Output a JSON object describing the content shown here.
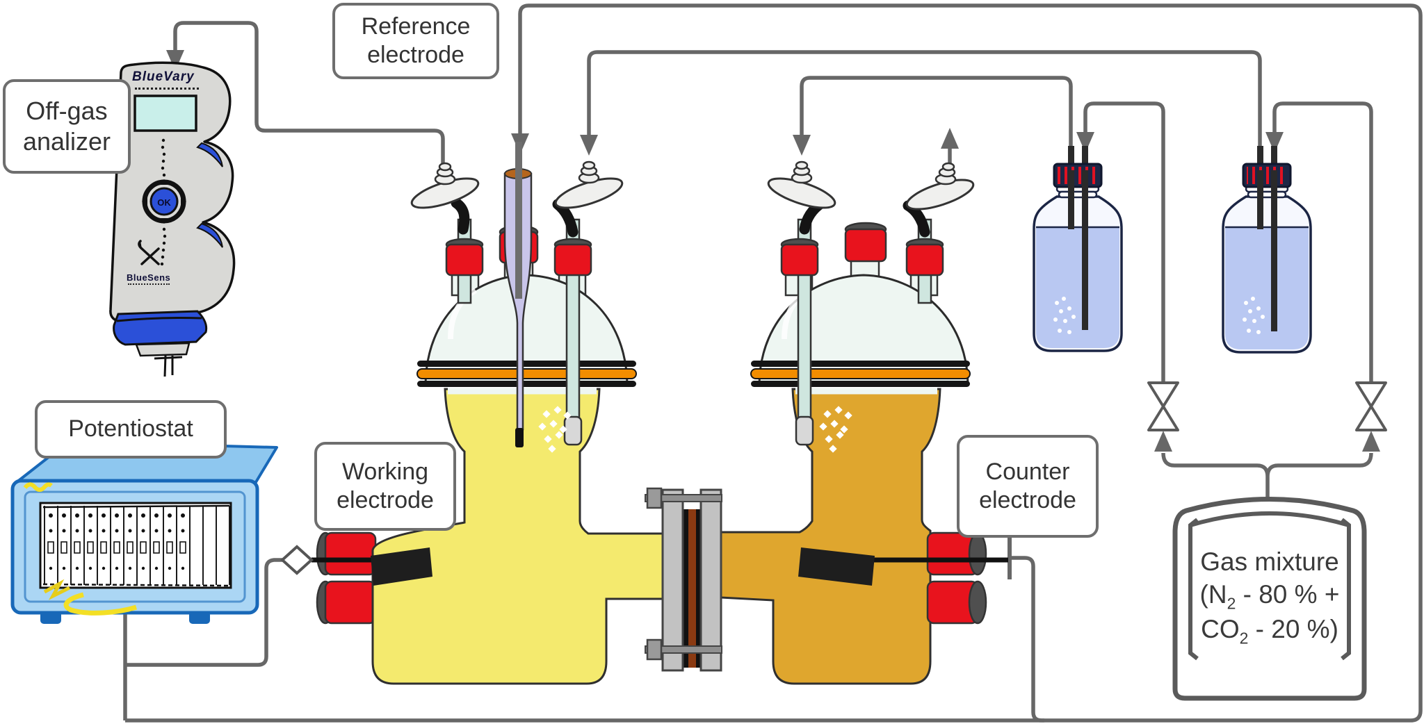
{
  "diagram_labels": {
    "offgas_analyzer": {
      "line1": "Off-gas",
      "line2": "analizer"
    },
    "reference_electrode": {
      "line1": "Reference",
      "line2": "electrode"
    },
    "potentiostat": {
      "label": "Potentiostat"
    },
    "working_electrode": {
      "line1": "Working",
      "line2": "electrode"
    },
    "counter_electrode": {
      "line1": "Counter",
      "line2": "electrode"
    }
  },
  "gas_mixture": {
    "line1": "Gas mixture",
    "n2": {
      "pre": "(N",
      "sub": "2",
      "post": " - 80 % +"
    },
    "co2": {
      "pre": "CO",
      "sub": "2",
      "post": " - 20 %)"
    }
  },
  "offgas_device": {
    "brand": "BlueVary",
    "ok_button": "OK",
    "maker": "BlueSens"
  },
  "icons": {
    "flow_arrow": "solid gray triangle showing gas/wire direction",
    "valve": "hourglass bowtie valve symbol",
    "connector_diamond": "working electrode plug",
    "filter": "sterile membrane filter disc"
  },
  "colors": {
    "wire_gray": "#676767",
    "label_border": "#6e6e6e",
    "catholyte_yellow": "#f4ea6e",
    "anolyte_amber": "#dfa62e",
    "port_red": "#e8131d",
    "flange_orange": "#f28d00",
    "membrane_brown": "#8a3a12",
    "bottle_liquid": "#b9c8f2",
    "bottle_cap_navy": "#1d2746",
    "device_blue": "#2b50d8",
    "potentiostat_blue": "#abd6f4",
    "glass_tint": "#eef6f2",
    "reference_lavender": "#c9c5ea"
  }
}
